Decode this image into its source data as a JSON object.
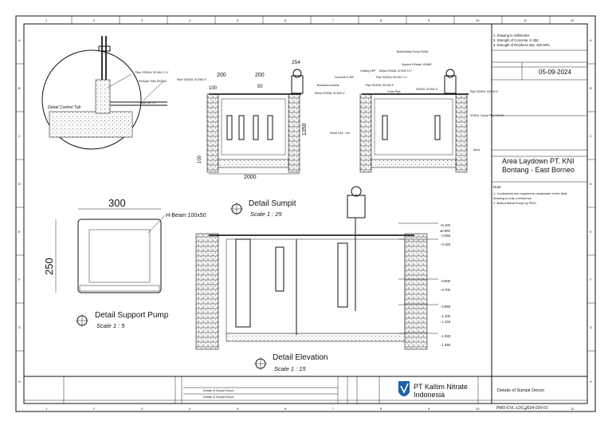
{
  "frame": {
    "col_labels": [
      "1",
      "2",
      "3",
      "4",
      "5",
      "6",
      "7",
      "8",
      "9",
      "10",
      "11",
      "12"
    ],
    "row_labels": [
      "A",
      "B",
      "C",
      "D",
      "E",
      "F",
      "G",
      "H"
    ]
  },
  "notes_top": {
    "line1": "1. Drawing in millimetres",
    "line2": "2. Strenght of Concrete, K-350",
    "line3": "3. Strength of Reinforce Bar, 400 MPa"
  },
  "date": "05-09-2024",
  "project": {
    "line1": "Area Laydown PT. KNI",
    "line2": "Bontang - East Borneo"
  },
  "note_block": {
    "title": "Note :",
    "line1": "1. Contractors are required to recalculate in the field,",
    "line2": "   drawing is only a reference",
    "line3": "2. Bolted Metal Pump by PMO"
  },
  "detail_control_tub": {
    "label": "Detail Control Tub"
  },
  "tub_callouts": {
    "c1": "Pipe SS304L SCH40 1 ¼\"",
    "c2": "Reducer Pipe SS304L",
    "c3": "Pipe SS304L SCH40 4\"",
    "c4": "Slope 1 cm / m"
  },
  "sumpit_dims": {
    "d200a": "200",
    "d200b": "200",
    "d254": "254",
    "d50": "50",
    "d100": "100",
    "d1350": "1350",
    "d100b": "100",
    "d2000": "2000"
  },
  "sumpit_callouts": {
    "rebar": "Rebar D16 - 200",
    "bolted_pump": "Bolted Metal Pump P5430",
    "support_beam": "Support H-Beam 100x50",
    "grating": "Grating GRP",
    "elbow": "Elbow SS304L SCH40 1¼\"",
    "concrete": "Concrete K-350",
    "pipe1": "Pipe SS304L SCH40 1 ¼\"",
    "pipe2": "Pipe SS304L SCH40 4\"",
    "bondand": "Bondand concrete",
    "elbow4": "Elbow SS304L SCH40 4\"",
    "cover": "Cover Pipe",
    "ss304": "SS304L SCH40 4\"",
    "pipe_ss": "Pipe SS304L SCH40 4\"",
    "clamp": "SS304L Clamp Pipe SCH40",
    "sand": "Sand"
  },
  "detail_sumpit": {
    "title": "Detail Sumpit",
    "scale": "Scale 1 : 25"
  },
  "support_pump": {
    "dim_w": "300",
    "dim_h": "250",
    "beam": "H-Beam 100x50",
    "title": "Detail Support Pump",
    "scale": "Scale 1 : 5"
  },
  "elevation": {
    "title": "Detail Elevation",
    "scale": "Scale 1 : 15",
    "levels": [
      "+0.100",
      "±0.000",
      "- 0.050",
      "- 0.150",
      "- 0.600",
      "- 0.700",
      "- 0.950",
      "- 1.100",
      "- 1.150",
      "- 1.350",
      "- 1.450"
    ]
  },
  "title_block": {
    "company1": "PT Kaltim Nitrate",
    "company2": "Indonesia",
    "drawing_title": "Details of Sumpit Decon",
    "drawing_no": "PMO-CVL-LDC-2024-020-01",
    "rev_rows": [
      "Details of Sumpit Decon",
      "Details of Sumpit Decon"
    ]
  },
  "colors": {
    "line": "#111111",
    "logo_blue": "#1f5fa8",
    "logo_dark": "#0d2f6b"
  }
}
